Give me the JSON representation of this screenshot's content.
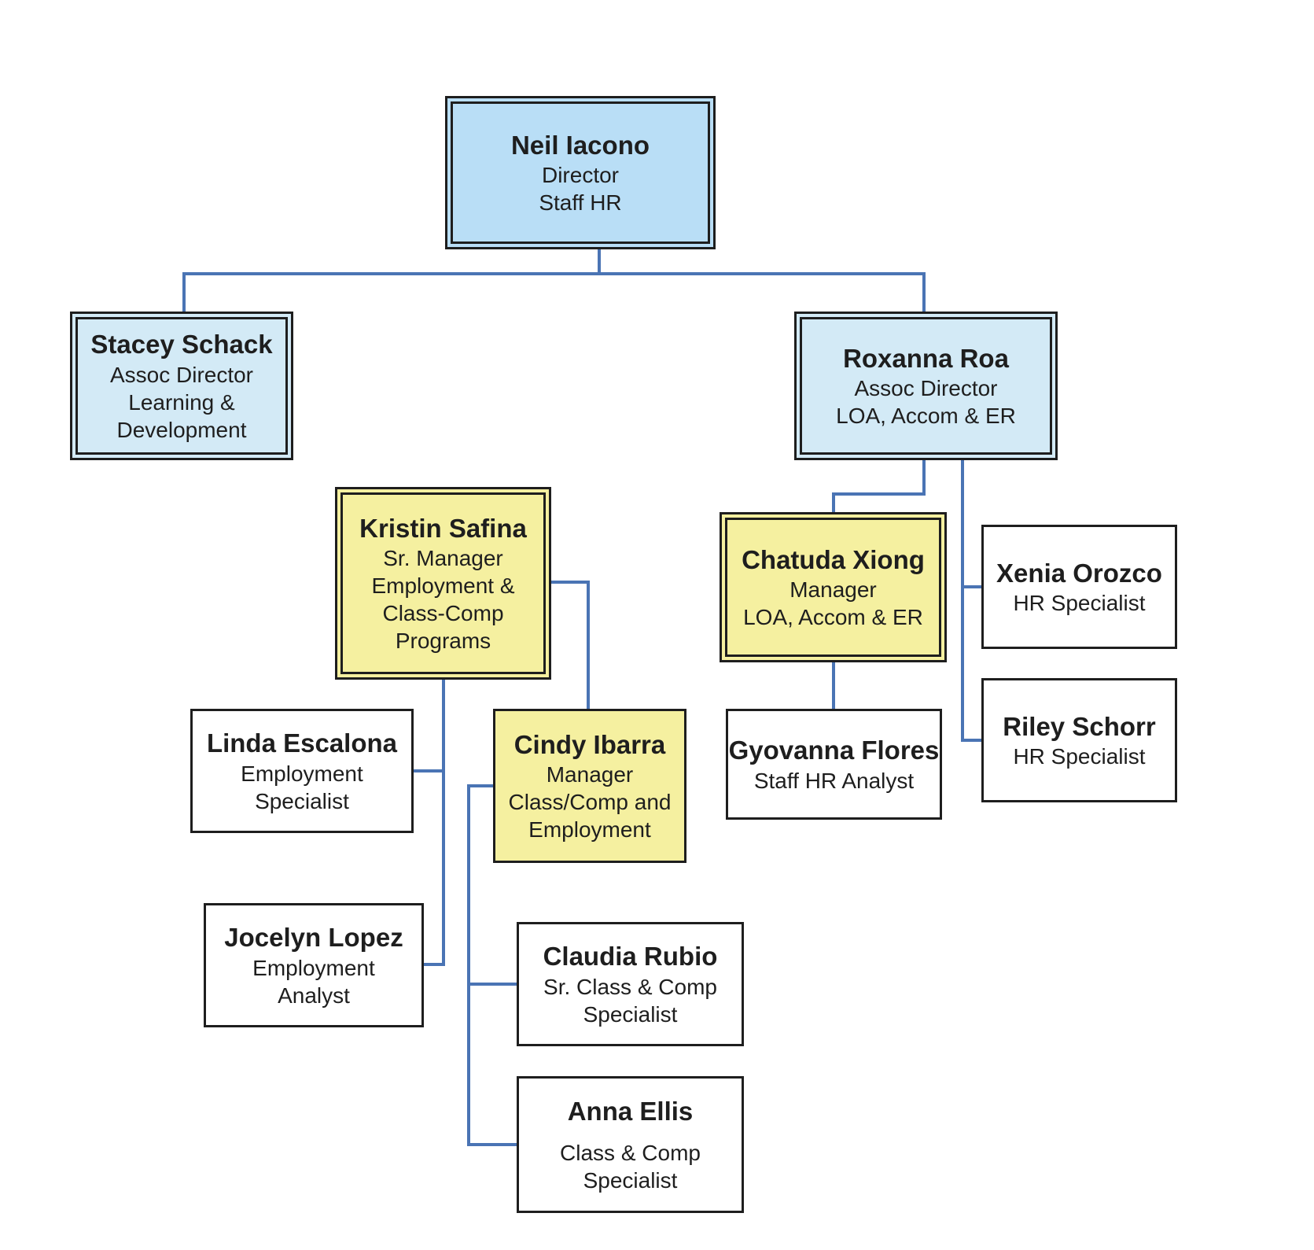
{
  "colors": {
    "connector": "#4a74b4",
    "border": "#1e1e1e",
    "director_fill": "#b9def6",
    "assoc_fill": "#d3eaf6",
    "manager_fill": "#f5f0a0"
  },
  "nodes": {
    "neil": {
      "name": "Neil Iacono",
      "lines": [
        "Director",
        "Staff HR"
      ]
    },
    "stacey": {
      "name": "Stacey Schack",
      "lines": [
        "Assoc Director",
        "Learning &",
        "Development"
      ]
    },
    "roxanna": {
      "name": "Roxanna Roa",
      "lines": [
        "Assoc Director",
        "LOA, Accom & ER"
      ]
    },
    "kristin": {
      "name": "Kristin Safina",
      "lines": [
        "Sr. Manager",
        "Employment &",
        "Class-Comp",
        "Programs"
      ]
    },
    "chatuda": {
      "name": "Chatuda Xiong",
      "lines": [
        "Manager",
        "LOA, Accom & ER"
      ]
    },
    "xenia": {
      "name": "Xenia Orozco",
      "lines": [
        "HR Specialist"
      ]
    },
    "linda": {
      "name": "Linda Escalona",
      "lines": [
        "Employment",
        "Specialist"
      ]
    },
    "cindy": {
      "name": "Cindy Ibarra",
      "lines": [
        "Manager",
        "Class/Comp and",
        "Employment"
      ]
    },
    "gyovanna": {
      "name": "Gyovanna Flores",
      "lines": [
        "Staff HR Analyst"
      ]
    },
    "riley": {
      "name": "Riley Schorr",
      "lines": [
        "HR Specialist"
      ]
    },
    "jocelyn": {
      "name": "Jocelyn Lopez",
      "lines": [
        "Employment",
        "Analyst"
      ]
    },
    "claudia": {
      "name": "Claudia Rubio",
      "lines": [
        "Sr. Class & Comp",
        "Specialist"
      ]
    },
    "anna": {
      "name": "Anna Ellis",
      "lines": [
        "Class & Comp",
        "Specialist"
      ]
    }
  }
}
